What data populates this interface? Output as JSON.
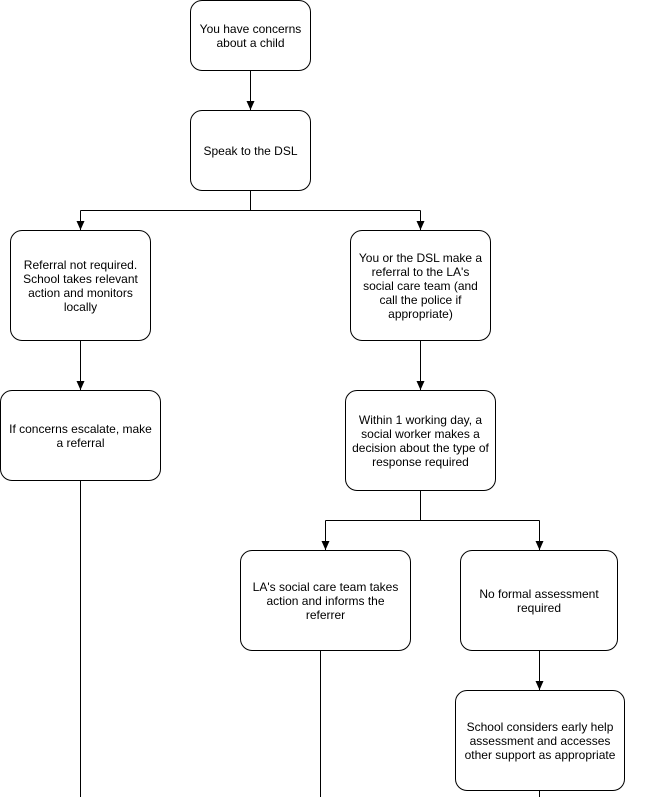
{
  "nodes": {
    "concerns": "You have concerns about a child",
    "speak_dsl": "Speak to the DSL",
    "no_referral": "Referral not required. School takes relevant action and monitors locally",
    "make_referral": "You or the DSL make a referral to the LA's social care team (and call the police if appropriate)",
    "escalate": "If concerns escalate, make a referral",
    "decision": "Within 1 working day, a social worker makes a decision about the type of response required",
    "la_action": "LA's social care team takes action and informs the referrer",
    "no_assessment": "No formal assessment required",
    "early_help": "School considers early help assessment and accesses other support as appropriate"
  }
}
